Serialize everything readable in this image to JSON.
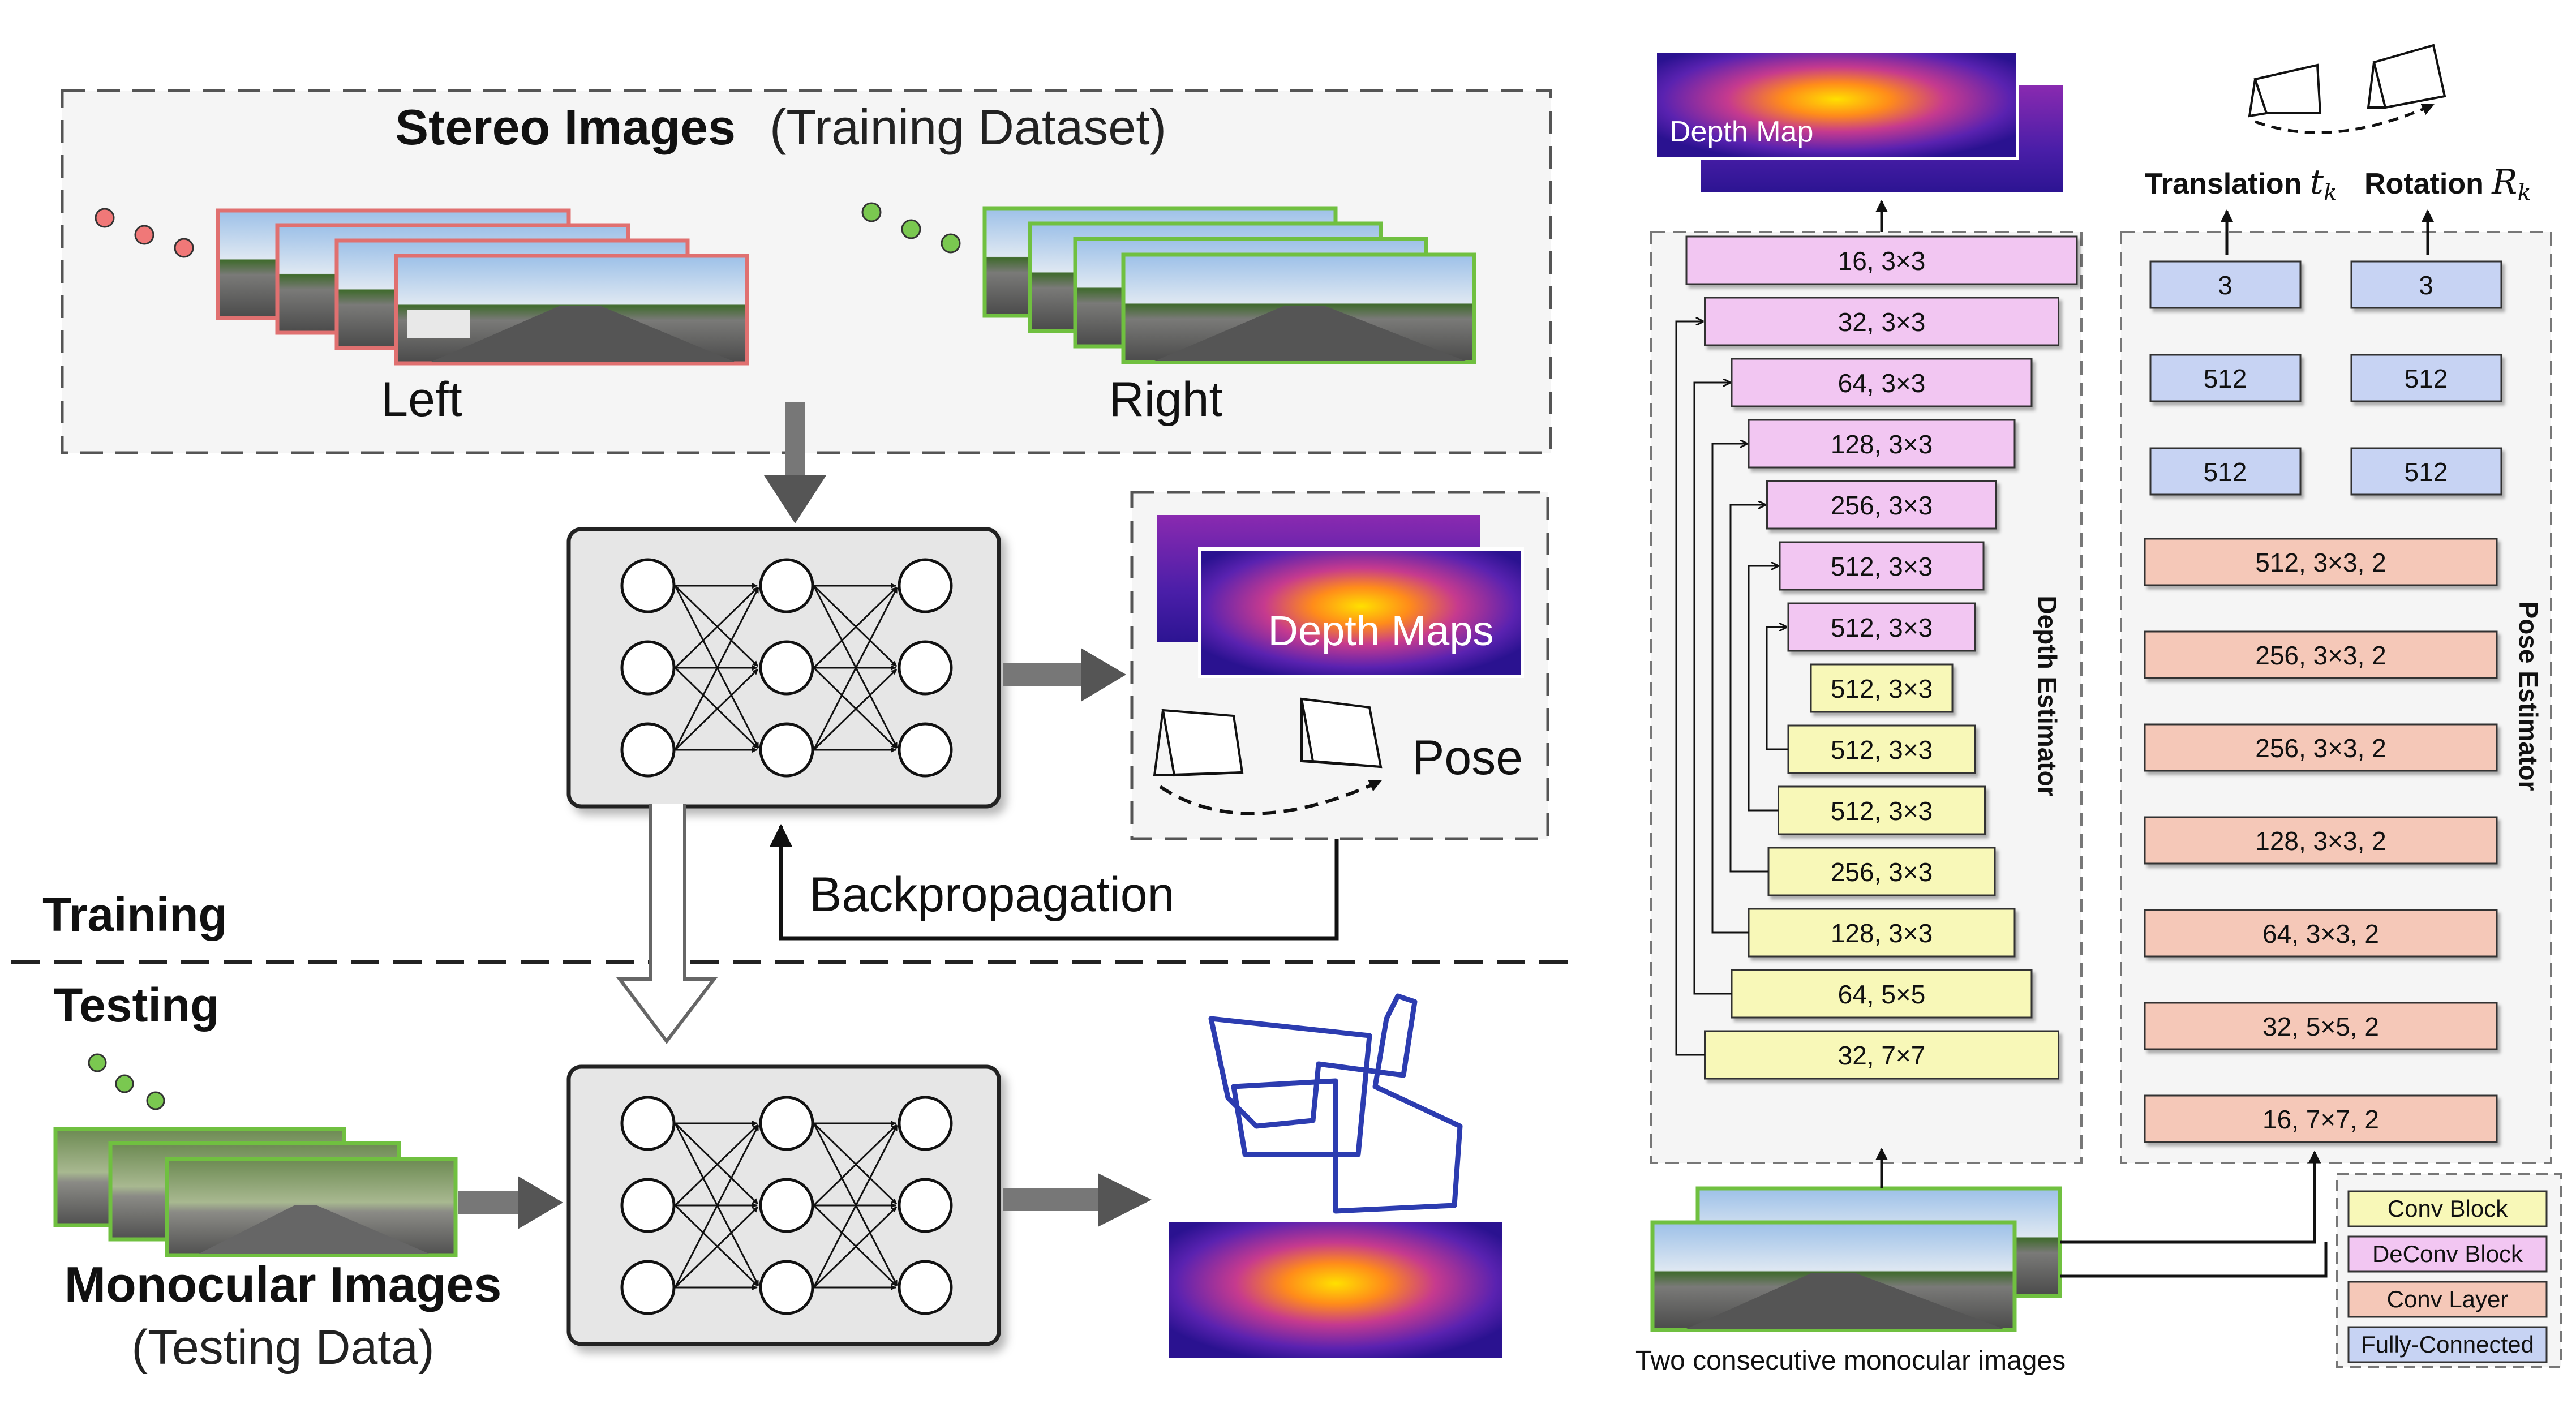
{
  "left_panel": {
    "stereo_title_bold": "Stereo Images",
    "stereo_title_rest": "(Training Dataset)",
    "left_label": "Left",
    "right_label": "Right",
    "output_depth_label": "Depth Maps",
    "output_pose_label": "Pose",
    "backprop_label": "Backpropagation",
    "training_label": "Training",
    "testing_label": "Testing",
    "mono_title": "Monocular Images",
    "mono_subtitle": "(Testing Data)"
  },
  "architecture": {
    "top_depth_label": "Depth Map",
    "translation_label": "Translation",
    "translation_symbol": "t",
    "translation_sub": "k",
    "rotation_label": "Rotation",
    "rotation_symbol": "R",
    "rotation_sub": "k",
    "depth_estimator_label": "Depth Estimator",
    "pose_estimator_label": "Pose Estimator",
    "input_caption": "Two consecutive monocular images",
    "depth_layers": [
      {
        "label": "16, 3×3",
        "kind": "deconv"
      },
      {
        "label": "32, 3×3",
        "kind": "deconv"
      },
      {
        "label": "64, 3×3",
        "kind": "deconv"
      },
      {
        "label": "128, 3×3",
        "kind": "deconv"
      },
      {
        "label": "256, 3×3",
        "kind": "deconv"
      },
      {
        "label": "512, 3×3",
        "kind": "deconv"
      },
      {
        "label": "512, 3×3",
        "kind": "deconv"
      },
      {
        "label": "512, 3×3",
        "kind": "conv_block"
      },
      {
        "label": "512, 3×3",
        "kind": "conv_block"
      },
      {
        "label": "512, 3×3",
        "kind": "conv_block"
      },
      {
        "label": "256, 3×3",
        "kind": "conv_block"
      },
      {
        "label": "128, 3×3",
        "kind": "conv_block"
      },
      {
        "label": "64, 5×5",
        "kind": "conv_block"
      },
      {
        "label": "32, 7×7",
        "kind": "conv_block"
      }
    ],
    "pose_fc_translation": [
      "3",
      "512",
      "512"
    ],
    "pose_fc_rotation": [
      "3",
      "512",
      "512"
    ],
    "pose_conv_layers": [
      "512, 3×3, 2",
      "256, 3×3, 2",
      "256, 3×3, 2",
      "128, 3×3, 2",
      "64, 3×3, 2",
      "32, 5×5, 2",
      "16, 7×7, 2"
    ],
    "legend": [
      {
        "label": "Conv Block",
        "color": "#f8f8b8"
      },
      {
        "label": "DeConv Block",
        "color": "#f2c6f2"
      },
      {
        "label": "Conv Layer",
        "color": "#f5c8b8"
      },
      {
        "label": "Fully-Connected",
        "color": "#c7d3f3"
      }
    ]
  },
  "colors": {
    "deconv": "#f2c6f2",
    "conv_block": "#f8f8b8",
    "conv_layer": "#f5c8b8",
    "fc": "#c7d3f3",
    "stereo_left_border": "#e07070",
    "stereo_right_border": "#70c040",
    "trajectory": "#2c3cb0"
  }
}
